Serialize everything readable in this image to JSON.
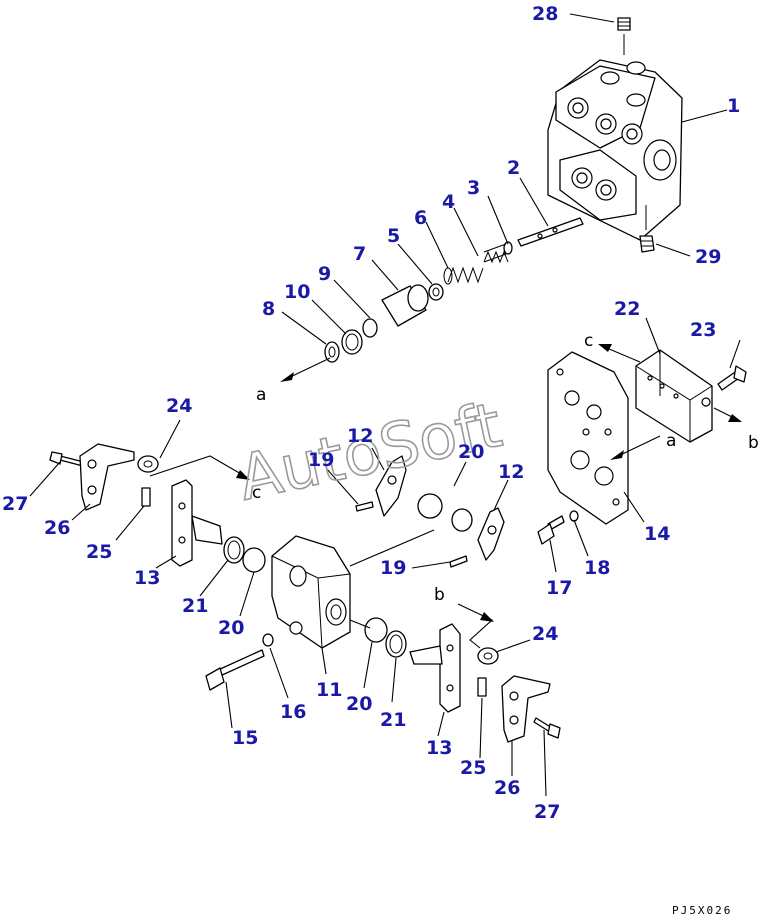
{
  "watermark": "AutoSoft",
  "drawing_code": "PJ5X026",
  "colors": {
    "callout": "#1a1aa6",
    "line": "#000000"
  },
  "callouts": {
    "n1": "1",
    "n2": "2",
    "n3": "3",
    "n4": "4",
    "n5": "5",
    "n6": "6",
    "n7": "7",
    "n8": "8",
    "n9": "9",
    "n10": "10",
    "n11": "11",
    "n12a": "12",
    "n12b": "12",
    "n13a": "13",
    "n13b": "13",
    "n14": "14",
    "n15": "15",
    "n16": "16",
    "n17": "17",
    "n18": "18",
    "n19a": "19",
    "n19b": "19",
    "n20a": "20",
    "n20b": "20",
    "n20c": "20",
    "n21a": "21",
    "n21b": "21",
    "n22": "22",
    "n23": "23",
    "n24a": "24",
    "n24b": "24",
    "n25a": "25",
    "n25b": "25",
    "n26a": "26",
    "n26b": "26",
    "n27a": "27",
    "n27b": "27",
    "n28": "28",
    "n29": "29"
  },
  "flow_labels": {
    "a1": "a",
    "a2": "a",
    "b1": "b",
    "b2": "b",
    "c1": "c",
    "c2": "c"
  }
}
